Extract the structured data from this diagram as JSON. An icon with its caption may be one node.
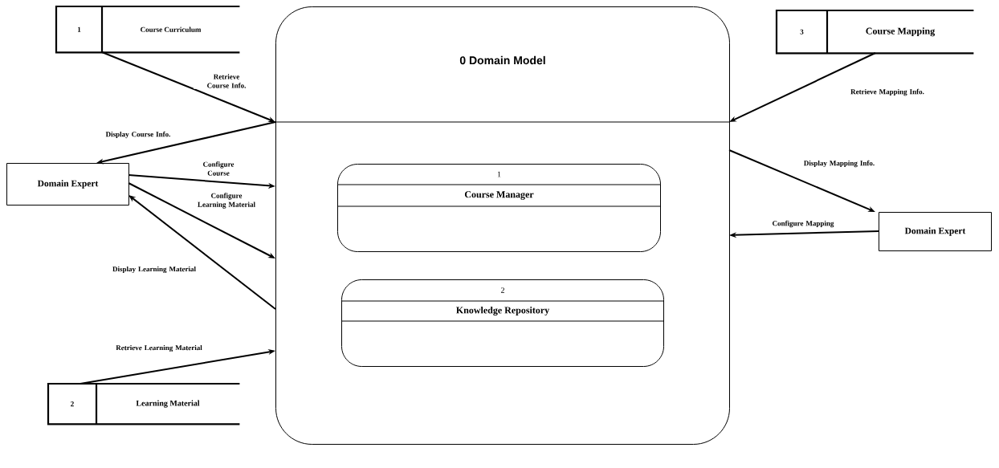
{
  "diagram": {
    "nodes": [
      {
        "text": [
          "1",
          "Course Curriculum"
        ]
      },
      {
        "text": [
          "0 Domain Model"
        ]
      },
      {
        "text": [
          "1",
          "Course Manager"
        ],
        "in": 1
      },
      {
        "text": [
          "2",
          "Knowledge Repository"
        ],
        "in": 1
      },
      {
        "text": [
          "Domain Expert"
        ]
      },
      {
        "text": [
          "2",
          "Learning Material"
        ]
      },
      {
        "text": [
          "3",
          "Course Mapping"
        ]
      },
      {
        "text": [
          "Domain Expert"
        ]
      }
    ],
    "edges": [
      {
        "from": 0,
        "to": 1,
        "arrow": "to",
        "label": "Retrieve Course Info."
      },
      {
        "from": 1,
        "to": 4,
        "arrow": "to",
        "label": "Display Course Info."
      },
      {
        "from": 4,
        "to": 1,
        "arrow": "to",
        "label": "Configure Course"
      },
      {
        "from": 4,
        "to": 1,
        "arrow": "to",
        "label": "Configure Learning Material"
      },
      {
        "from": 1,
        "to": 4,
        "arrow": "to",
        "label": "Display Learning Material"
      },
      {
        "from": 5,
        "to": 1,
        "arrow": "to",
        "label": "Retrieve Learning Material"
      },
      {
        "from": 6,
        "to": 1,
        "arrow": "to",
        "label": "Retrieve Mapping Info."
      },
      {
        "from": 1,
        "to": 7,
        "arrow": "to",
        "label": "Display Mapping Info."
      },
      {
        "from": 7,
        "to": 1,
        "arrow": "to",
        "label": "Configure Mapping"
      }
    ]
  }
}
